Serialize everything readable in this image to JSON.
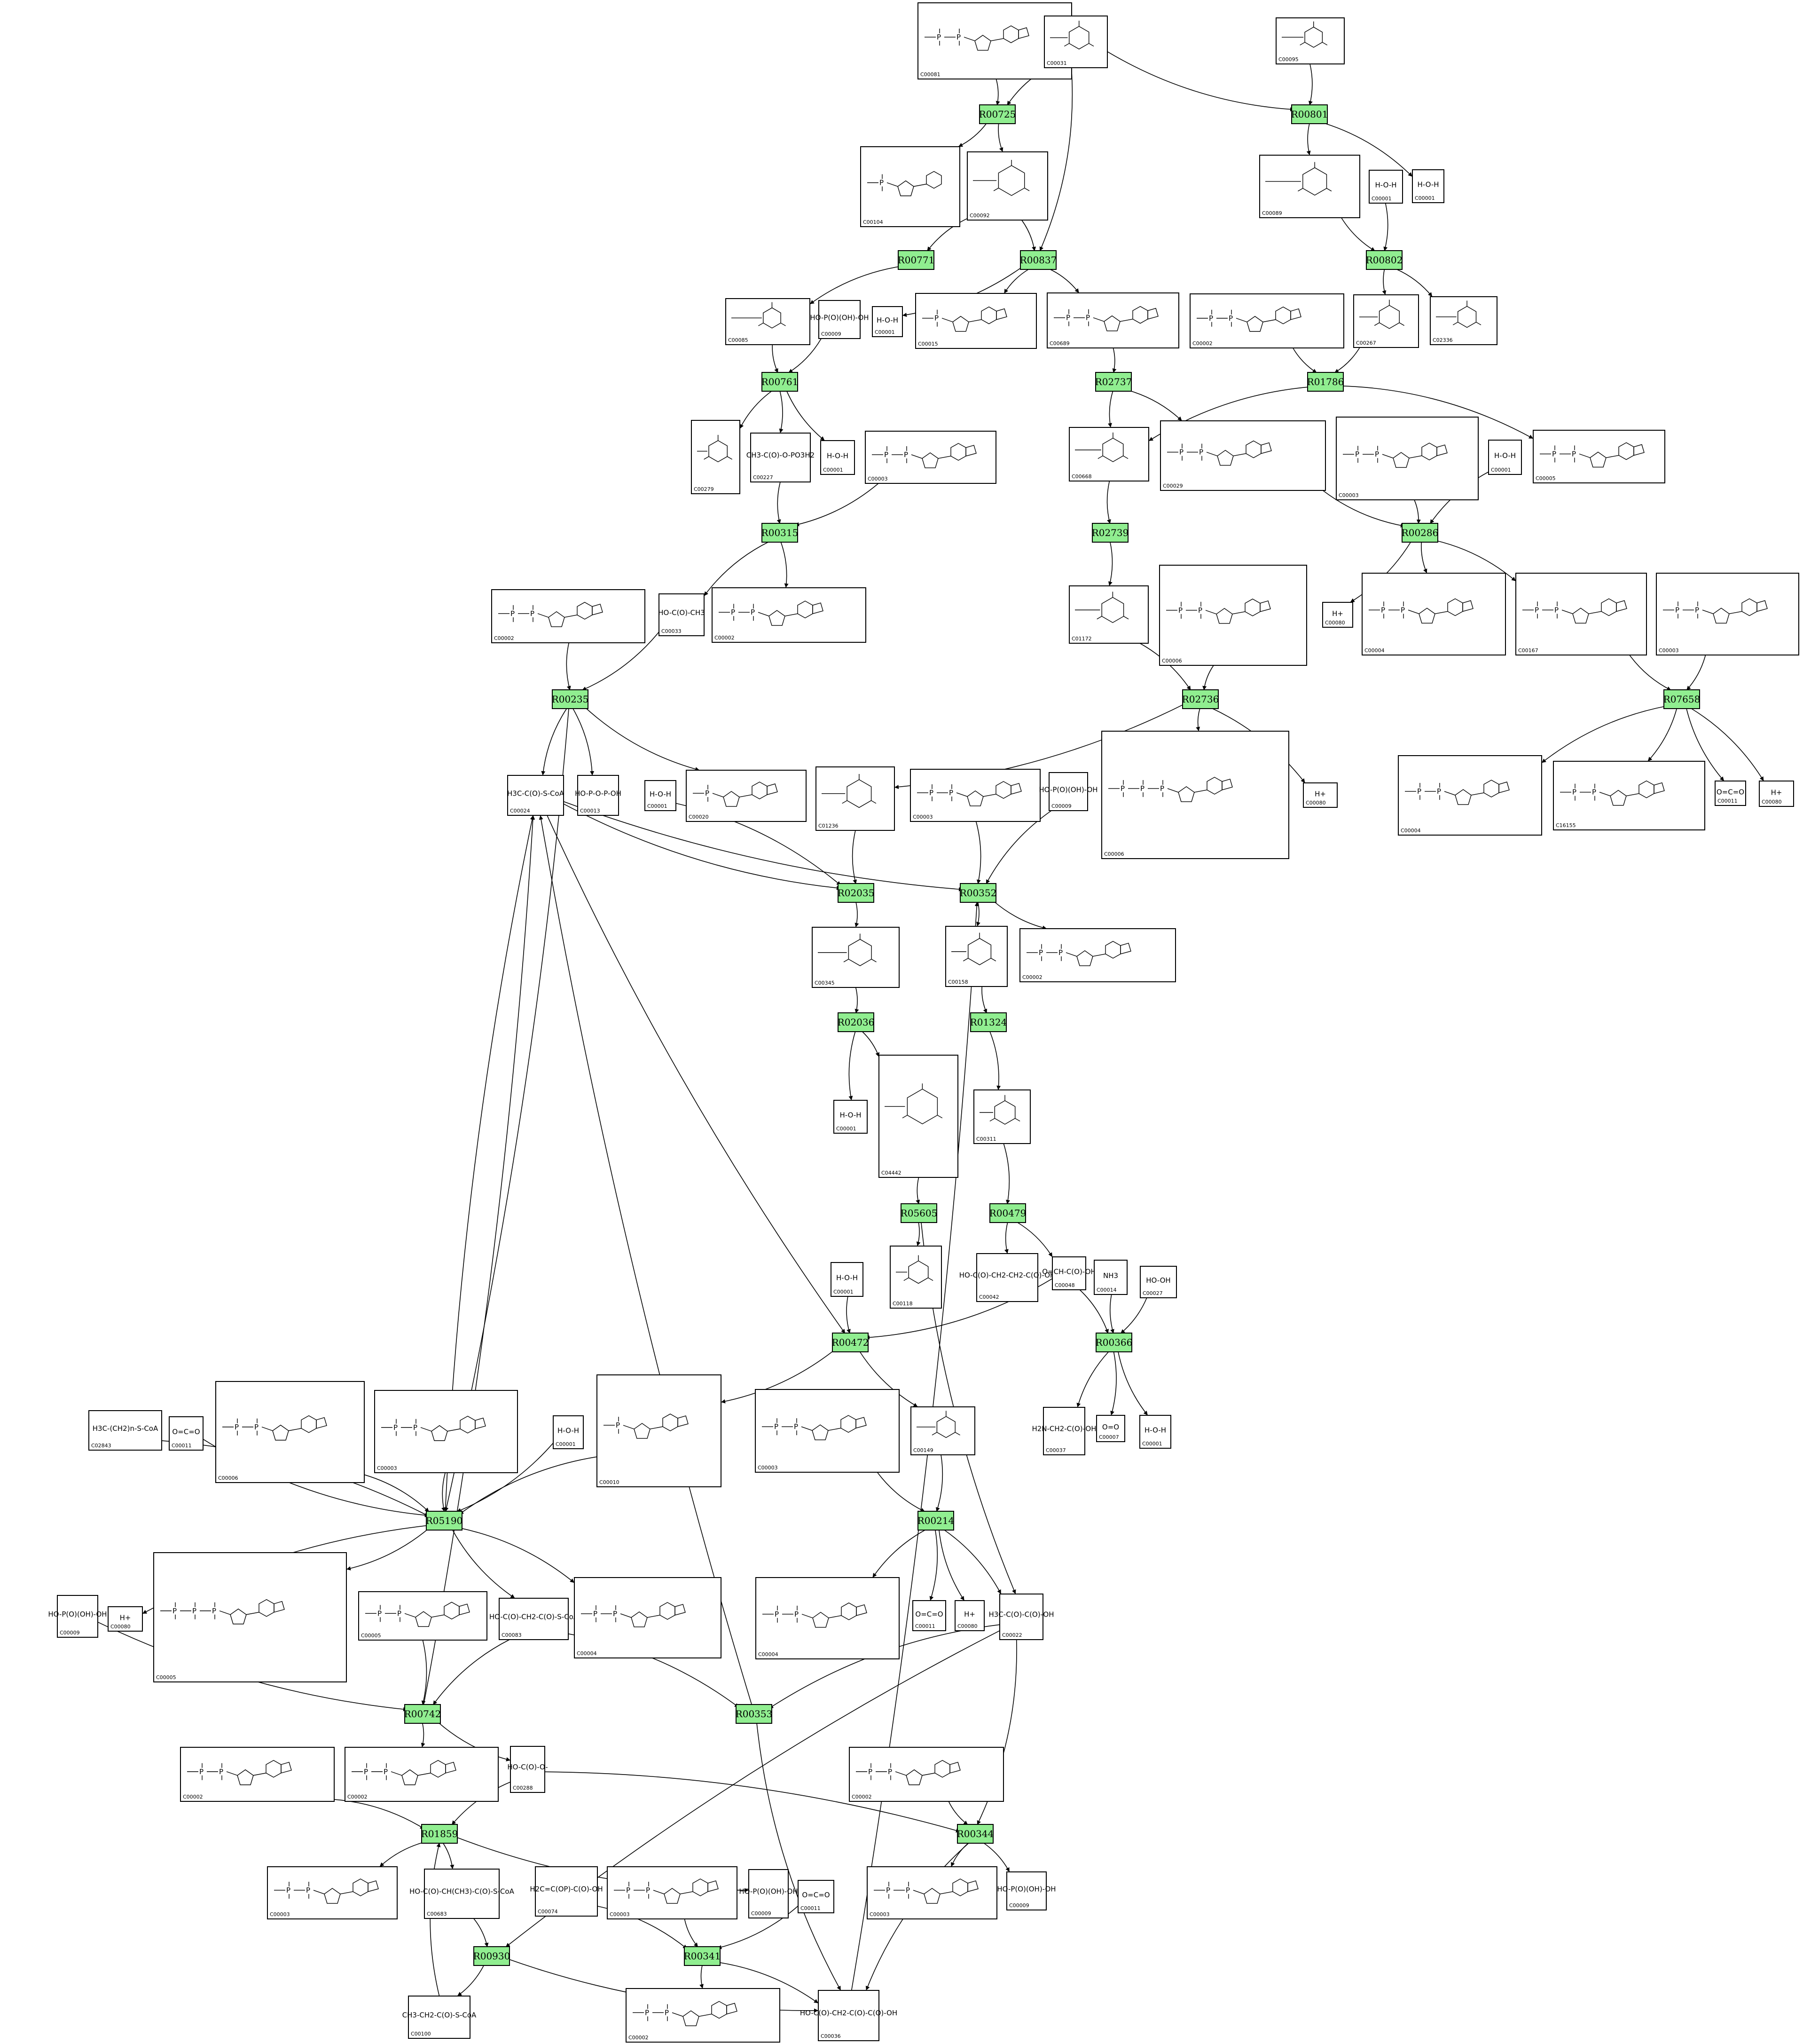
{
  "reactions": [
    {
      "id": "R00725",
      "label": "R00725"
    },
    {
      "id": "R00801",
      "label": "R00801"
    },
    {
      "id": "R00771",
      "label": "R00771"
    },
    {
      "id": "R00837",
      "label": "R00837"
    },
    {
      "id": "R00802",
      "label": "R00802"
    },
    {
      "id": "R00761",
      "label": "R00761"
    },
    {
      "id": "R02737",
      "label": "R02737"
    },
    {
      "id": "R01786",
      "label": "R01786"
    },
    {
      "id": "R00315",
      "label": "R00315"
    },
    {
      "id": "R02739",
      "label": "R02739"
    },
    {
      "id": "R00286",
      "label": "R00286"
    },
    {
      "id": "R00235",
      "label": "R00235"
    },
    {
      "id": "R02736",
      "label": "R02736"
    },
    {
      "id": "R07658",
      "label": "R07658"
    },
    {
      "id": "R02035",
      "label": "R02035"
    },
    {
      "id": "R00352",
      "label": "R00352"
    },
    {
      "id": "R02036",
      "label": "R02036"
    },
    {
      "id": "R01324",
      "label": "R01324"
    },
    {
      "id": "R05605",
      "label": "R05605"
    },
    {
      "id": "R00479",
      "label": "R00479"
    },
    {
      "id": "R00472",
      "label": "R00472"
    },
    {
      "id": "R00366",
      "label": "R00366"
    },
    {
      "id": "R05190",
      "label": "R05190"
    },
    {
      "id": "R00214",
      "label": "R00214"
    },
    {
      "id": "R00742",
      "label": "R00742"
    },
    {
      "id": "R00353",
      "label": "R00353"
    },
    {
      "id": "R01859",
      "label": "R01859"
    },
    {
      "id": "R00344",
      "label": "R00344"
    },
    {
      "id": "R00930",
      "label": "R00930"
    },
    {
      "id": "R00341",
      "label": "R00341"
    }
  ],
  "compounds": [
    {
      "id": "n1",
      "label": "C00081",
      "kind": "nucleotide"
    },
    {
      "id": "n2",
      "label": "C00031",
      "kind": "sugar"
    },
    {
      "id": "n3",
      "label": "C00095",
      "kind": "sugar"
    },
    {
      "id": "n4",
      "label": "C00104",
      "kind": "nucleotide"
    },
    {
      "id": "n5",
      "label": "C00092",
      "kind": "sugar"
    },
    {
      "id": "n6",
      "label": "C00089",
      "kind": "sugar"
    },
    {
      "id": "n7",
      "label": "C00001",
      "kind": "small",
      "formula": "H-O-H"
    },
    {
      "id": "n8",
      "label": "C00001",
      "kind": "small",
      "formula": "H-O-H"
    },
    {
      "id": "n9",
      "label": "C00085",
      "kind": "sugar"
    },
    {
      "id": "n10",
      "label": "C00009",
      "kind": "small",
      "formula": "HO-P(O)(OH)-OH"
    },
    {
      "id": "n11",
      "label": "C00001",
      "kind": "small",
      "formula": "H-O-H"
    },
    {
      "id": "n12",
      "label": "C00015",
      "kind": "nucleotide"
    },
    {
      "id": "n13",
      "label": "C00689",
      "kind": "nucleotide"
    },
    {
      "id": "n14",
      "label": "C00002",
      "kind": "nucleotide"
    },
    {
      "id": "n15",
      "label": "C00267",
      "kind": "sugar"
    },
    {
      "id": "n16",
      "label": "C02336",
      "kind": "sugar"
    },
    {
      "id": "n17",
      "label": "C00279",
      "kind": "sugar"
    },
    {
      "id": "n18",
      "label": "C00227",
      "kind": "small",
      "formula": "CH3-C(O)-O-PO3H2"
    },
    {
      "id": "n19",
      "label": "C00001",
      "kind": "small",
      "formula": "H-O-H"
    },
    {
      "id": "n20",
      "label": "C00003",
      "kind": "nucleotide"
    },
    {
      "id": "n21",
      "label": "C00668",
      "kind": "sugar"
    },
    {
      "id": "n22",
      "label": "C00029",
      "kind": "nucleotide"
    },
    {
      "id": "n23",
      "label": "C00003",
      "kind": "nucleotide"
    },
    {
      "id": "n24",
      "label": "C00001",
      "kind": "small",
      "formula": "H-O-H"
    },
    {
      "id": "n25",
      "label": "C00005",
      "kind": "nucleotide"
    },
    {
      "id": "n26",
      "label": "C00002",
      "kind": "nucleotide"
    },
    {
      "id": "n27",
      "label": "C00033",
      "kind": "small",
      "formula": "HO-C(O)-CH3"
    },
    {
      "id": "n28",
      "label": "C00002",
      "kind": "nucleotide"
    },
    {
      "id": "n29",
      "label": "C01172",
      "kind": "sugar"
    },
    {
      "id": "n30",
      "label": "C00006",
      "kind": "nucleotide"
    },
    {
      "id": "n31",
      "label": "C00080",
      "kind": "small",
      "formula": "H+"
    },
    {
      "id": "n32",
      "label": "C00004",
      "kind": "nucleotide"
    },
    {
      "id": "n33",
      "label": "C00167",
      "kind": "nucleotide"
    },
    {
      "id": "n34",
      "label": "C00003",
      "kind": "nucleotide"
    },
    {
      "id": "n35",
      "label": "C00024",
      "kind": "small",
      "formula": "H3C-C(O)-S-CoA"
    },
    {
      "id": "n36",
      "label": "C00013",
      "kind": "small",
      "formula": "HO-P-O-P-OH"
    },
    {
      "id": "n37",
      "label": "C00001",
      "kind": "small",
      "formula": "H-O-H"
    },
    {
      "id": "n38",
      "label": "C00020",
      "kind": "nucleotide"
    },
    {
      "id": "n39",
      "label": "C01236",
      "kind": "sugar"
    },
    {
      "id": "n40",
      "label": "C00003",
      "kind": "nucleotide"
    },
    {
      "id": "n41",
      "label": "C00009",
      "kind": "small",
      "formula": "HO-P(O)(OH)-OH"
    },
    {
      "id": "n42",
      "label": "C00006",
      "kind": "nucleotide"
    },
    {
      "id": "n43",
      "label": "C00080",
      "kind": "small",
      "formula": "H+"
    },
    {
      "id": "n44",
      "label": "C00004",
      "kind": "nucleotide"
    },
    {
      "id": "n45",
      "label": "C16155",
      "kind": "nucleotide"
    },
    {
      "id": "n46",
      "label": "C00011",
      "kind": "small",
      "formula": "O=C=O"
    },
    {
      "id": "n47",
      "label": "C00080",
      "kind": "small",
      "formula": "H+"
    },
    {
      "id": "n48",
      "label": "C00345",
      "kind": "sugar"
    },
    {
      "id": "n49",
      "label": "C00158",
      "kind": "sugar"
    },
    {
      "id": "n50",
      "label": "C00002",
      "kind": "nucleotide"
    },
    {
      "id": "n51",
      "label": "C00001",
      "kind": "small",
      "formula": "H-O-H"
    },
    {
      "id": "n52",
      "label": "C04442",
      "kind": "sugar"
    },
    {
      "id": "n53",
      "label": "C00311",
      "kind": "sugar"
    },
    {
      "id": "n54",
      "label": "C00118",
      "kind": "sugar"
    },
    {
      "id": "n55",
      "label": "C00042",
      "kind": "small",
      "formula": "HO-C(O)-CH2-CH2-C(O)-OH"
    },
    {
      "id": "n56",
      "label": "C00001",
      "kind": "small",
      "formula": "H-O-H"
    },
    {
      "id": "n57",
      "label": "C00048",
      "kind": "small",
      "formula": "O=CH-C(O)-OH"
    },
    {
      "id": "n58",
      "label": "C00014",
      "kind": "small",
      "formula": "NH3"
    },
    {
      "id": "n59",
      "label": "C00027",
      "kind": "small",
      "formula": "HO-OH"
    },
    {
      "id": "n60",
      "label": "C02843",
      "kind": "small",
      "formula": "H3C-(CH2)n-S-CoA"
    },
    {
      "id": "n61",
      "label": "C00011",
      "kind": "small",
      "formula": "O=C=O"
    },
    {
      "id": "n62",
      "label": "C00006",
      "kind": "nucleotide"
    },
    {
      "id": "n63",
      "label": "C00003",
      "kind": "nucleotide"
    },
    {
      "id": "n64",
      "label": "C00001",
      "kind": "small",
      "formula": "H-O-H"
    },
    {
      "id": "n65",
      "label": "C00010",
      "kind": "nucleotide"
    },
    {
      "id": "n66",
      "label": "C00003",
      "kind": "nucleotide"
    },
    {
      "id": "n67",
      "label": "C00149",
      "kind": "sugar"
    },
    {
      "id": "n68",
      "label": "C00037",
      "kind": "small",
      "formula": "H2N-CH2-C(O)-OH"
    },
    {
      "id": "n69",
      "label": "C00007",
      "kind": "small",
      "formula": "O=O"
    },
    {
      "id": "n70",
      "label": "C00001",
      "kind": "small",
      "formula": "H-O-H"
    },
    {
      "id": "n71",
      "label": "C00009",
      "kind": "small",
      "formula": "HO-P(O)(OH)-OH"
    },
    {
      "id": "n72",
      "label": "C00080",
      "kind": "small",
      "formula": "H+"
    },
    {
      "id": "n73",
      "label": "C00005",
      "kind": "nucleotide"
    },
    {
      "id": "n74",
      "label": "C00005",
      "kind": "nucleotide"
    },
    {
      "id": "n75",
      "label": "C00083",
      "kind": "small",
      "formula": "HO-C(O)-CH2-C(O)-S-CoA"
    },
    {
      "id": "n76",
      "label": "C00004",
      "kind": "nucleotide"
    },
    {
      "id": "n77",
      "label": "C00004",
      "kind": "nucleotide"
    },
    {
      "id": "n78",
      "label": "C00011",
      "kind": "small",
      "formula": "O=C=O"
    },
    {
      "id": "n79",
      "label": "C00080",
      "kind": "small",
      "formula": "H+"
    },
    {
      "id": "n80",
      "label": "C00022",
      "kind": "small",
      "formula": "H3C-C(O)-C(O)-OH"
    },
    {
      "id": "n81",
      "label": "C00002",
      "kind": "nucleotide"
    },
    {
      "id": "n82",
      "label": "C00002",
      "kind": "nucleotide"
    },
    {
      "id": "n83",
      "label": "C00288",
      "kind": "small",
      "formula": "HO-C(O)-O-"
    },
    {
      "id": "n84",
      "label": "C00002",
      "kind": "nucleotide"
    },
    {
      "id": "n85",
      "label": "C00003",
      "kind": "nucleotide"
    },
    {
      "id": "n86",
      "label": "C00683",
      "kind": "small",
      "formula": "HO-C(O)-CH(CH3)-C(O)-S-CoA"
    },
    {
      "id": "n87",
      "label": "C00009",
      "kind": "small",
      "formula": "HO-P(O)(OH)-OH"
    },
    {
      "id": "n88",
      "label": "C00074",
      "kind": "small",
      "formula": "H2C=C(OP)-C(O)-OH"
    },
    {
      "id": "n89",
      "label": "C00003",
      "kind": "nucleotide"
    },
    {
      "id": "n90",
      "label": "C00011",
      "kind": "small",
      "formula": "O=C=O"
    },
    {
      "id": "n91",
      "label": "C00003",
      "kind": "nucleotide"
    },
    {
      "id": "n92",
      "label": "C00009",
      "kind": "small",
      "formula": "HO-P(O)(OH)-OH"
    },
    {
      "id": "n93",
      "label": "C00100",
      "kind": "small",
      "formula": "CH3-CH2-C(O)-S-CoA"
    },
    {
      "id": "n94",
      "label": "C00002",
      "kind": "nucleotide"
    },
    {
      "id": "n95",
      "label": "C00036",
      "kind": "small",
      "formula": "HO-C(O)-CH2-C(O)-C(O)-OH"
    }
  ],
  "edges": [
    [
      "n1",
      "R00725"
    ],
    [
      "n2",
      "R00725"
    ],
    [
      "R00725",
      "n4"
    ],
    [
      "R00725",
      "n5"
    ],
    [
      "n2",
      "R00837"
    ],
    [
      "n2",
      "R00801"
    ],
    [
      "n3",
      "R00801"
    ],
    [
      "R00801",
      "n6"
    ],
    [
      "R00801",
      "n7"
    ],
    [
      "n5",
      "R00771"
    ],
    [
      "n5",
      "R00837"
    ],
    [
      "R00771",
      "n9"
    ],
    [
      "R00837",
      "n11"
    ],
    [
      "R00837",
      "n12"
    ],
    [
      "R00837",
      "n13"
    ],
    [
      "n6",
      "R00802"
    ],
    [
      "n8",
      "R00802"
    ],
    [
      "R00802",
      "n15"
    ],
    [
      "R00802",
      "n16"
    ],
    [
      "n9",
      "R00761"
    ],
    [
      "n10",
      "R00761"
    ],
    [
      "R00761",
      "n17"
    ],
    [
      "R00761",
      "n18"
    ],
    [
      "R00761",
      "n19"
    ],
    [
      "n13",
      "R02737"
    ],
    [
      "R02737",
      "n21"
    ],
    [
      "R02737",
      "n22"
    ],
    [
      "n14",
      "R01786"
    ],
    [
      "n15",
      "R01786"
    ],
    [
      "R01786",
      "n21"
    ],
    [
      "R01786",
      "n25"
    ],
    [
      "n18",
      "R00315"
    ],
    [
      "n20",
      "R00315"
    ],
    [
      "R00315",
      "n27"
    ],
    [
      "R00315",
      "n28"
    ],
    [
      "n21",
      "R02739"
    ],
    [
      "R02739",
      "n29"
    ],
    [
      "n22",
      "R00286"
    ],
    [
      "n23",
      "R00286"
    ],
    [
      "n24",
      "R00286"
    ],
    [
      "R00286",
      "n31"
    ],
    [
      "R00286",
      "n32"
    ],
    [
      "R00286",
      "n33"
    ],
    [
      "n26",
      "R00235"
    ],
    [
      "n27",
      "R00235"
    ],
    [
      "R00235",
      "n35"
    ],
    [
      "R00235",
      "n36"
    ],
    [
      "R00235",
      "n38"
    ],
    [
      "n29",
      "R02736"
    ],
    [
      "n30",
      "R02736"
    ],
    [
      "R02736",
      "n39"
    ],
    [
      "R02736",
      "n42"
    ],
    [
      "R02736",
      "n43"
    ],
    [
      "n33",
      "R07658"
    ],
    [
      "n34",
      "R07658"
    ],
    [
      "R07658",
      "n44"
    ],
    [
      "R07658",
      "n45"
    ],
    [
      "R07658",
      "n46"
    ],
    [
      "R07658",
      "n47"
    ],
    [
      "n35",
      "R02035"
    ],
    [
      "n37",
      "R02035"
    ],
    [
      "n39",
      "R02035"
    ],
    [
      "R02035",
      "n48"
    ],
    [
      "n35",
      "R00352"
    ],
    [
      "n40",
      "R00352"
    ],
    [
      "n41",
      "R00352"
    ],
    [
      "R00352",
      "n49"
    ],
    [
      "R00352",
      "n50"
    ],
    [
      "n48",
      "R02036"
    ],
    [
      "R02036",
      "n51"
    ],
    [
      "R02036",
      "n52"
    ],
    [
      "n49",
      "R01324"
    ],
    [
      "R01324",
      "n53"
    ],
    [
      "n52",
      "R05605"
    ],
    [
      "R05605",
      "n54"
    ],
    [
      "R05605",
      "n80"
    ],
    [
      "n53",
      "R00479"
    ],
    [
      "R00479",
      "n55"
    ],
    [
      "R00479",
      "n57"
    ],
    [
      "n56",
      "R00472"
    ],
    [
      "n57",
      "R00472"
    ],
    [
      "n35",
      "R00472"
    ],
    [
      "R00472",
      "n65"
    ],
    [
      "R00472",
      "n67"
    ],
    [
      "n57",
      "R00366"
    ],
    [
      "n58",
      "R00366"
    ],
    [
      "n59",
      "R00366"
    ],
    [
      "R00366",
      "n68"
    ],
    [
      "R00366",
      "n69"
    ],
    [
      "R00366",
      "n70"
    ],
    [
      "n60",
      "R05190"
    ],
    [
      "n61",
      "R05190"
    ],
    [
      "n62",
      "R05190"
    ],
    [
      "n63",
      "R05190"
    ],
    [
      "n64",
      "R05190"
    ],
    [
      "n65",
      "R05190"
    ],
    [
      "R05190",
      "n35"
    ],
    [
      "R05190",
      "n72"
    ],
    [
      "R05190",
      "n73"
    ],
    [
      "R05190",
      "n75"
    ],
    [
      "R05190",
      "n76"
    ],
    [
      "n66",
      "R00214"
    ],
    [
      "n67",
      "R00214"
    ],
    [
      "R00214",
      "n77"
    ],
    [
      "R00214",
      "n78"
    ],
    [
      "R00214",
      "n79"
    ],
    [
      "R00214",
      "n80"
    ],
    [
      "n71",
      "R00742"
    ],
    [
      "n74",
      "R00742"
    ],
    [
      "n75",
      "R00742"
    ],
    [
      "R00742",
      "n82"
    ],
    [
      "R00742",
      "n83"
    ],
    [
      "n75",
      "R00353"
    ],
    [
      "n80",
      "R00353"
    ],
    [
      "R00353",
      "n35"
    ],
    [
      "R00353",
      "n95"
    ],
    [
      "n81",
      "R01859"
    ],
    [
      "n83",
      "R01859"
    ],
    [
      "n93",
      "R01859"
    ],
    [
      "R01859",
      "n85"
    ],
    [
      "R01859",
      "n86"
    ],
    [
      "R01859",
      "n87"
    ],
    [
      "n83",
      "R00344"
    ],
    [
      "n84",
      "R00344"
    ],
    [
      "n80",
      "R00344"
    ],
    [
      "R00344",
      "n91"
    ],
    [
      "R00344",
      "n92"
    ],
    [
      "R00344",
      "n95"
    ],
    [
      "n86",
      "R00930"
    ],
    [
      "n80",
      "R00930"
    ],
    [
      "R00930",
      "n93"
    ],
    [
      "R00930",
      "n95"
    ],
    [
      "n88",
      "R00341"
    ],
    [
      "n89",
      "R00341"
    ],
    [
      "n90",
      "R00341"
    ],
    [
      "R00341",
      "n94"
    ],
    [
      "R00341",
      "n95"
    ],
    [
      "n95",
      "R00352"
    ],
    [
      "R00235",
      "R05190"
    ],
    [
      "R00742",
      "n35"
    ]
  ]
}
